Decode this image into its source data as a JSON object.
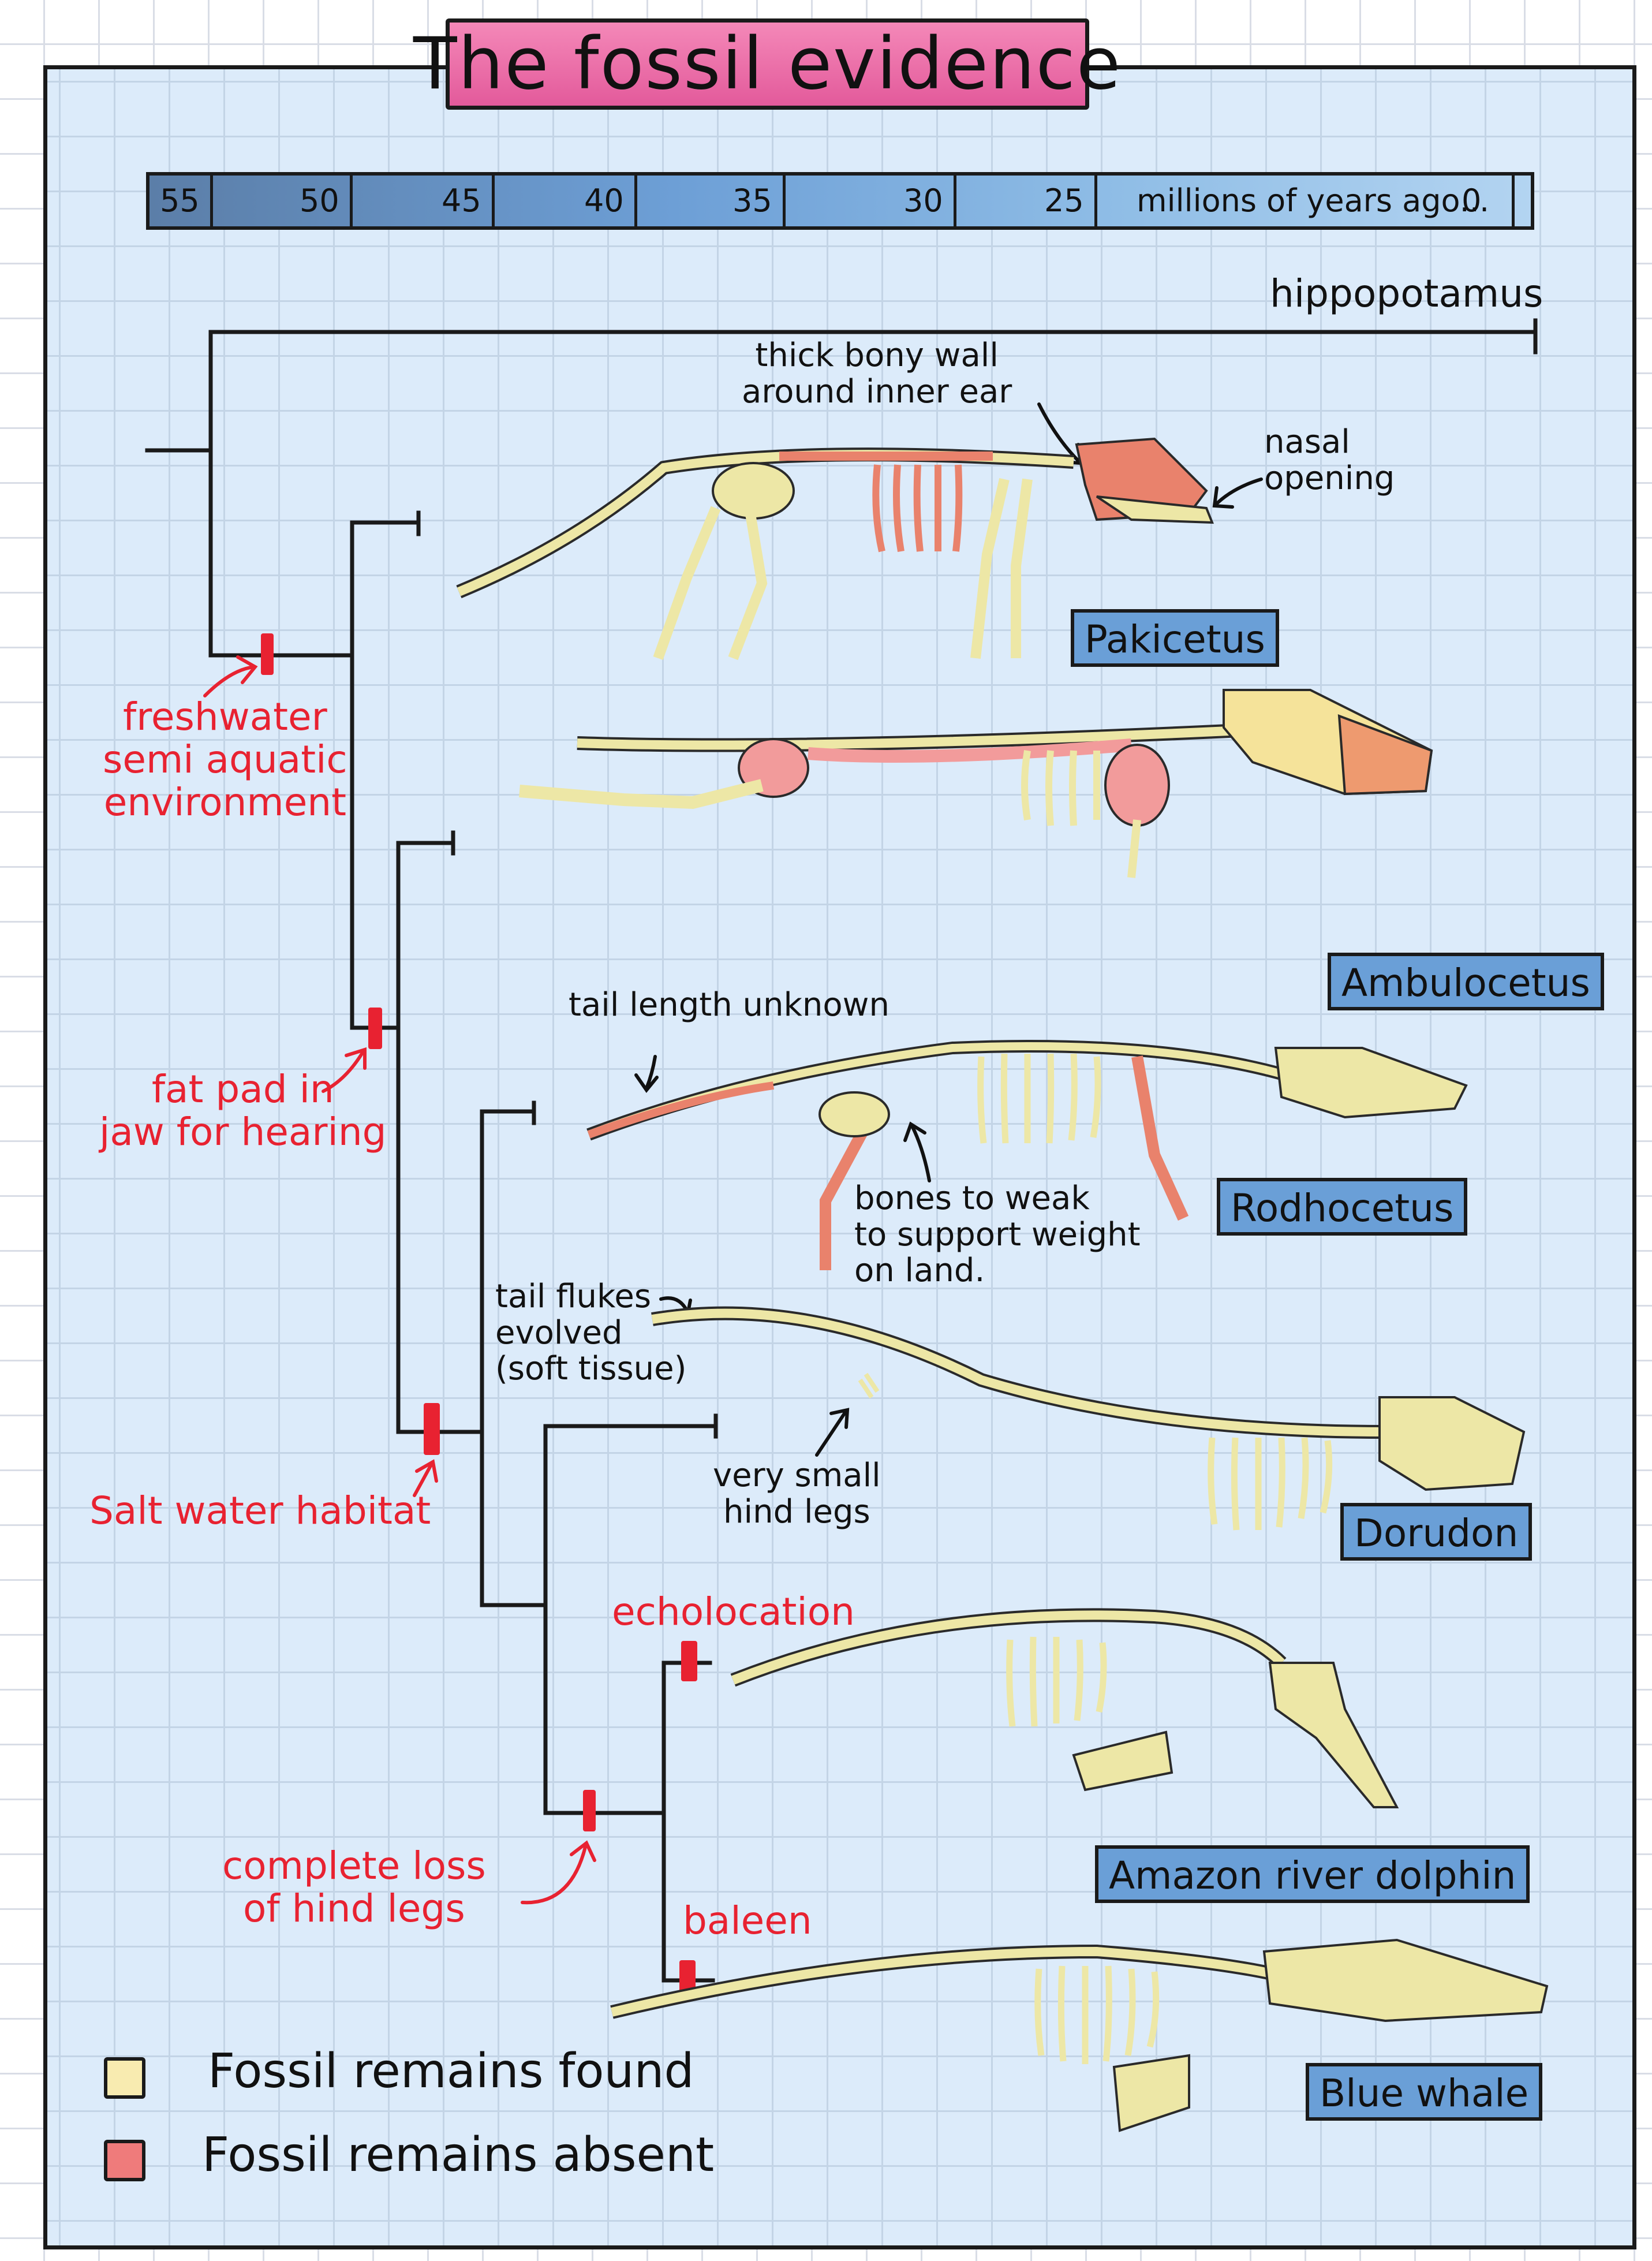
{
  "title": "The fossil evidence",
  "timeline": {
    "ticks": [
      {
        "label": "55",
        "value": 55
      },
      {
        "label": "50",
        "value": 50
      },
      {
        "label": "45",
        "value": 45
      },
      {
        "label": "40",
        "value": 40
      },
      {
        "label": "35",
        "value": 35
      },
      {
        "label": "30",
        "value": 30
      },
      {
        "label": "25",
        "value": 25
      },
      {
        "label": "0",
        "value": 0
      }
    ],
    "units": "millions of years ago..."
  },
  "taxa": {
    "hippopotamus": "hippopotamus",
    "pakicetus": "Pakicetus",
    "ambulocetus": "Ambulocetus",
    "rodhocetus": "Rodhocetus",
    "dorudon": "Dorudon",
    "amazon_river_dolphin": "Amazon river dolphin",
    "blue_whale": "Blue whale"
  },
  "traits": {
    "freshwater": [
      "freshwater",
      "semi aquatic",
      "environment"
    ],
    "fat_pad": [
      "fat pad in",
      "jaw for hearing"
    ],
    "salt_water": "Salt water habitat",
    "hind_legs": [
      "complete loss",
      "of hind legs"
    ],
    "echolocation": "echolocation",
    "baleen": "baleen"
  },
  "annotations": {
    "inner_ear": [
      "thick bony wall",
      "around inner ear"
    ],
    "nasal": [
      "nasal",
      "opening"
    ],
    "tail_unknown": "tail length unknown",
    "weak_bones": [
      "bones to weak",
      "to support weight",
      "on land."
    ],
    "tail_flukes": [
      "tail flukes",
      "evolved",
      "(soft tissue)"
    ],
    "small_legs": [
      "very small",
      "hind legs"
    ]
  },
  "legend": [
    {
      "label": "Fossil remains found",
      "color": "#f8ebb0"
    },
    {
      "label": "Fossil remains absent",
      "color": "#ef7b7b"
    }
  ],
  "colors": {
    "bone": "#ede7a6",
    "bone_absent": "#e9826c",
    "trait_marker": "#e82231",
    "taxon_box": "#6a9fd7"
  }
}
